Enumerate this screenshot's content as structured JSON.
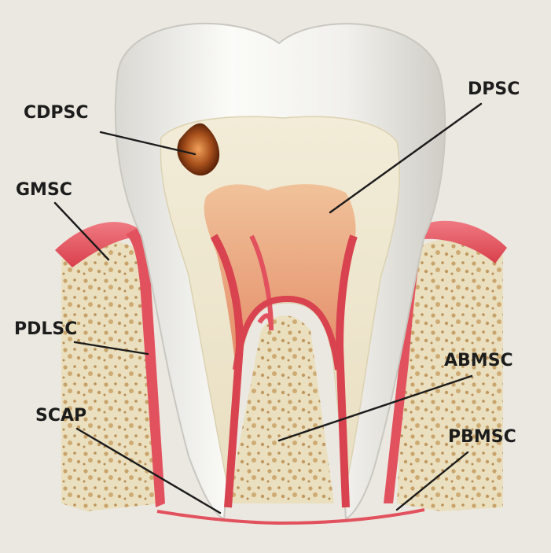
{
  "labels": {
    "cdpsc": "CDPSC",
    "gmsc": "GMSC",
    "pdlsc": "PDLSC",
    "scap": "SCAP",
    "dpsc": "DPSC",
    "abmsc": "ABMSC",
    "pbmsc": "PBMSC"
  },
  "colors": {
    "background": "#ebe8e1",
    "enamel": "#f3f2ee",
    "dentin": "#ece4cc",
    "pulp": "#e8a27a",
    "gum": "#e2525e",
    "bone": "#e9dcb9",
    "bone_pores": "#c9a46a",
    "caries": "#8a3a10",
    "leader_line": "#1b1b1b"
  }
}
